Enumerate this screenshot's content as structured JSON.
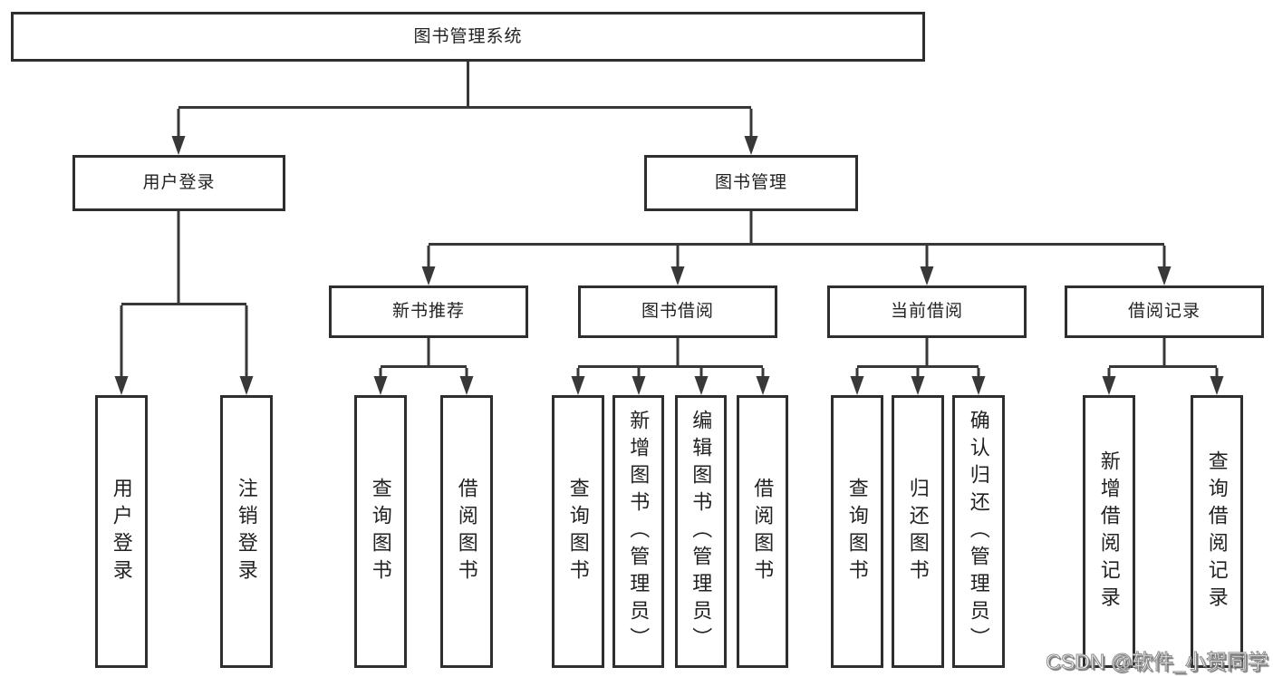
{
  "diagram": {
    "root": {
      "label": "图书管理系统"
    },
    "branches": [
      {
        "label": "用户登录",
        "children": [
          {
            "label": "用户登录"
          },
          {
            "label": "注销登录"
          }
        ]
      },
      {
        "label": "图书管理",
        "children": [
          {
            "label": "新书推荐",
            "children": [
              {
                "label": "查询图书"
              },
              {
                "label": "借阅图书"
              }
            ]
          },
          {
            "label": "图书借阅",
            "children": [
              {
                "label": "查询图书"
              },
              {
                "label": "新增图书（管理员）"
              },
              {
                "label": "编辑图书（管理员）"
              },
              {
                "label": "借阅图书"
              }
            ]
          },
          {
            "label": "当前借阅",
            "children": [
              {
                "label": "查询图书"
              },
              {
                "label": "归还图书"
              },
              {
                "label": "确认归还（管理员）"
              }
            ]
          },
          {
            "label": "借阅记录",
            "children": [
              {
                "label": "新增借阅记录"
              },
              {
                "label": "查询借阅记录"
              }
            ]
          }
        ]
      }
    ]
  },
  "watermark": {
    "text": "CSDN @软件_小贺同学"
  },
  "colors": {
    "line": "#383838",
    "box_border": "#2e2e2e",
    "text": "#222222",
    "background": "#ffffff",
    "watermark_fill": "#ffffff",
    "watermark_outline": "#8a8a8a"
  }
}
